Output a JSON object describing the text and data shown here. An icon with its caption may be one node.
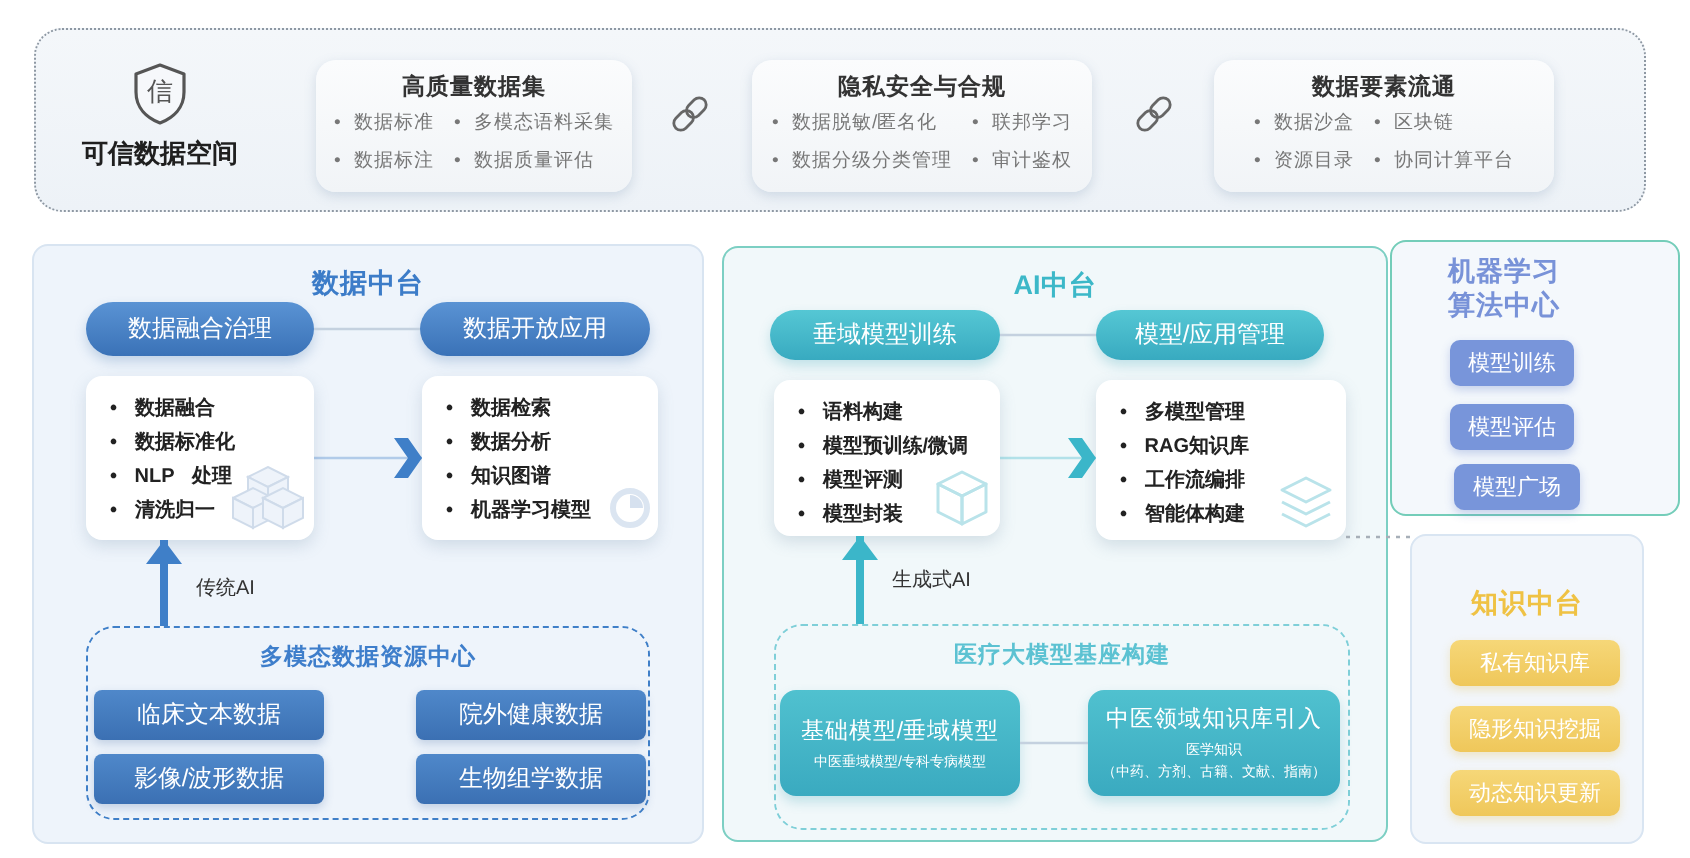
{
  "diagram": {
    "nodes": [
      {
        "text": [
          "可信数据空间"
        ]
      },
      {
        "text": [
          "高质量数据集",
          "• 数据标准",
          "• 多模态语料采集",
          "• 数据标注",
          "• 数据质量评估"
        ],
        "in": 0
      },
      {
        "text": [
          "隐私安全与合规",
          "• 数据脱敏/匿名化",
          "• 联邦学习",
          "• 数据分级分类管理",
          "• 审计鉴权"
        ],
        "in": 0
      },
      {
        "text": [
          "数据要素流通",
          "• 数据沙盒",
          "• 区块链",
          "• 资源目录",
          "• 协同计算平台"
        ],
        "in": 0
      },
      {
        "text": [
          "数据中台"
        ]
      },
      {
        "text": [
          "数据融合治理"
        ],
        "in": 4
      },
      {
        "text": [
          "数据开放应用"
        ],
        "in": 4
      },
      {
        "text": [
          "• 数据融合",
          "• 数据标准化",
          "• NLP 处理",
          "• 清洗归一"
        ],
        "in": 4
      },
      {
        "text": [
          "• 数据检索",
          "• 数据分析",
          "• 知识图谱",
          "• 机器学习模型"
        ],
        "in": 4
      },
      {
        "text": [
          "多模态数据资源中心"
        ],
        "in": 4
      },
      {
        "text": [
          "临床文本数据"
        ],
        "in": 9
      },
      {
        "text": [
          "院外健康数据"
        ],
        "in": 9
      },
      {
        "text": [
          "影像/波形数据"
        ],
        "in": 9
      },
      {
        "text": [
          "生物组学数据"
        ],
        "in": 9
      },
      {
        "text": [
          "AI中台"
        ]
      },
      {
        "text": [
          "垂域模型训练"
        ],
        "in": 14
      },
      {
        "text": [
          "模型/应用管理"
        ],
        "in": 14
      },
      {
        "text": [
          "• 语料构建",
          "• 模型预训练/微调",
          "• 模型评测",
          "• 模型封装"
        ],
        "in": 14
      },
      {
        "text": [
          "• 多模型管理",
          "• RAG知识库",
          "• 工作流编排",
          "• 智能体构建"
        ],
        "in": 14
      },
      {
        "text": [
          "医疗大模型基座构建"
        ],
        "in": 14
      },
      {
        "text": [
          "基础模型/垂域模型",
          "中医垂域模型/专科专病模型"
        ],
        "in": 19
      },
      {
        "text": [
          "中医领域知识库引入",
          "医学知识",
          "（中药、方剂、古籍、文献、指南）"
        ],
        "in": 19
      },
      {
        "text": [
          "机器学习算法中心"
        ]
      },
      {
        "text": [
          "模型训练"
        ],
        "in": 22
      },
      {
        "text": [
          "模型评估"
        ],
        "in": 22
      },
      {
        "text": [
          "模型广场"
        ],
        "in": 22
      },
      {
        "text": [
          "知识中台"
        ]
      },
      {
        "text": [
          "私有知识库"
        ],
        "in": 26
      },
      {
        "text": [
          "隐形知识挖掘"
        ],
        "in": 26
      },
      {
        "text": [
          "动态知识更新"
        ],
        "in": 26
      }
    ],
    "edges": [
      {
        "from": 5,
        "to": 6,
        "arrow": "none"
      },
      {
        "from": 7,
        "to": 8,
        "arrow": "to",
        "color": "#3f7fc8"
      },
      {
        "from": 9,
        "to": 7,
        "arrow": "to",
        "label": "传统AI",
        "style": "thick",
        "color": "#3f7fc8"
      },
      {
        "from": 15,
        "to": 16,
        "arrow": "none"
      },
      {
        "from": 17,
        "to": 18,
        "arrow": "to",
        "color": "#3bb6c9"
      },
      {
        "from": 19,
        "to": 17,
        "arrow": "to",
        "label": "生成式AI",
        "style": "thick",
        "color": "#3bb6c9"
      },
      {
        "from": 20,
        "to": 21,
        "arrow": "none"
      },
      {
        "from": 18,
        "to": 26,
        "arrow": "none",
        "style": "dashed"
      }
    ],
    "labels": [
      "信"
    ]
  }
}
